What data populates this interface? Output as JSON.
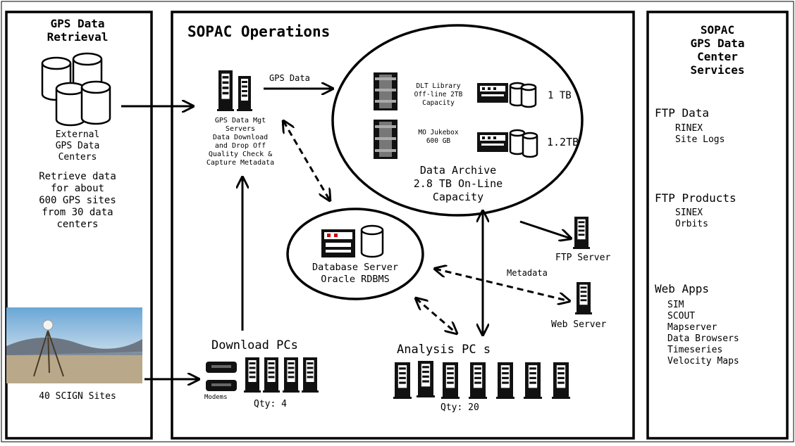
{
  "panels": {
    "left_title": [
      "GPS Data",
      "Retrieval"
    ],
    "center_title": "SOPAC Operations",
    "right_title": [
      "SOPAC",
      "GPS Data",
      "Center",
      "Services"
    ]
  },
  "left": {
    "external_centers": [
      "External",
      "GPS Data",
      "Centers"
    ],
    "retrieve_text": [
      "Retrieve data",
      "for about",
      "600 GPS sites",
      "from 30 data",
      "centers"
    ],
    "scign_label": "40 SCIGN Sites"
  },
  "center": {
    "gps_data_label": "GPS Data",
    "mgt_servers": [
      "GPS Data Mgt",
      "Servers",
      "Data Download",
      "and Drop Off",
      "Quality Check &",
      "Capture Metadata"
    ],
    "dlt_library": [
      "DLT Library",
      "Off-line 2TB",
      "Capacity"
    ],
    "dlt_size": "1 TB",
    "mo_jukebox": [
      "MO Jukebox",
      "600 GB"
    ],
    "mo_size": "1.2TB",
    "archive": [
      "Data Archive",
      "2.8 TB On-Line",
      "Capacity"
    ],
    "database": [
      "Database Server",
      "Oracle RDBMS"
    ],
    "metadata_label": "Metadata",
    "ftp_server": "FTP Server",
    "web_server": "Web Server",
    "download_pcs": "Download PCs",
    "modems": "Modems",
    "download_qty": "Qty: 4",
    "analysis_pcs": "Analysis PC s",
    "analysis_qty": "Qty: 20"
  },
  "right": {
    "ftp_data": {
      "title": "FTP Data",
      "items": [
        "RINEX",
        "Site Logs"
      ]
    },
    "ftp_products": {
      "title": "FTP Products",
      "items": [
        "SINEX",
        "Orbits"
      ]
    },
    "web_apps": {
      "title": "Web Apps",
      "items": [
        "SIM",
        "SCOUT",
        "Mapserver",
        "Data Browsers",
        "Timeseries",
        "Velocity Maps"
      ]
    }
  }
}
